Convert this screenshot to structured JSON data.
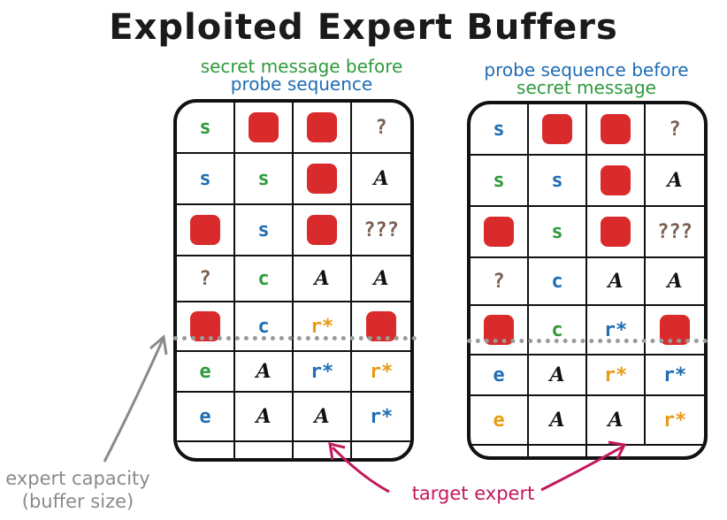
{
  "title": "Exploited Expert Buffers",
  "left_caption": {
    "line1": "secret message before",
    "line2": "probe sequence"
  },
  "right_caption": {
    "line1": "probe sequence before",
    "line2": "secret message"
  },
  "colors": {
    "green": "#2f9a3c",
    "blue": "#1f6db3",
    "orange": "#e89a12",
    "brown": "#7a6050",
    "black": "#111111",
    "block": "#d92b2b",
    "grey": "#8a8a8a",
    "pink": "#c2185b"
  },
  "left_grid": [
    [
      {
        "t": "s",
        "c": "green"
      },
      {
        "b": 1
      },
      {
        "b": 1
      },
      {
        "t": "?",
        "c": "brown"
      }
    ],
    [
      {
        "t": "s",
        "c": "blue"
      },
      {
        "t": "s",
        "c": "green"
      },
      {
        "b": 1
      },
      {
        "t": "A",
        "c": "black"
      }
    ],
    [
      {
        "b": 1
      },
      {
        "t": "s",
        "c": "blue"
      },
      {
        "b": 1
      },
      {
        "t": "???",
        "c": "brown"
      }
    ],
    [
      {
        "t": "?",
        "c": "brown"
      },
      {
        "t": "c",
        "c": "green"
      },
      {
        "t": "A",
        "c": "black"
      },
      {
        "t": "A",
        "c": "black"
      }
    ],
    [
      {
        "b": 1
      },
      {
        "t": "c",
        "c": "blue"
      },
      {
        "t": "r*",
        "c": "orange"
      },
      {
        "b": 1
      }
    ],
    [
      {
        "t": "e",
        "c": "green"
      },
      {
        "t": "A",
        "c": "black"
      },
      {
        "t": "r*",
        "c": "blue"
      },
      {
        "t": "r*",
        "c": "orange"
      }
    ],
    [
      {
        "t": "e",
        "c": "blue"
      },
      {
        "t": "A",
        "c": "black"
      },
      {
        "t": "A",
        "c": "black"
      },
      {
        "t": "r*",
        "c": "blue"
      }
    ],
    [
      {},
      {},
      {},
      {}
    ]
  ],
  "right_grid": [
    [
      {
        "t": "s",
        "c": "blue"
      },
      {
        "b": 1
      },
      {
        "b": 1
      },
      {
        "t": "?",
        "c": "brown"
      }
    ],
    [
      {
        "t": "s",
        "c": "green"
      },
      {
        "t": "s",
        "c": "blue"
      },
      {
        "b": 1
      },
      {
        "t": "A",
        "c": "black"
      }
    ],
    [
      {
        "b": 1
      },
      {
        "t": "s",
        "c": "green"
      },
      {
        "b": 1
      },
      {
        "t": "???",
        "c": "brown"
      }
    ],
    [
      {
        "t": "?",
        "c": "brown"
      },
      {
        "t": "c",
        "c": "blue"
      },
      {
        "t": "A",
        "c": "black"
      },
      {
        "t": "A",
        "c": "black"
      }
    ],
    [
      {
        "b": 1
      },
      {
        "t": "c",
        "c": "green"
      },
      {
        "t": "r*",
        "c": "blue"
      },
      {
        "b": 1
      }
    ],
    [
      {
        "t": "e",
        "c": "blue"
      },
      {
        "t": "A",
        "c": "black"
      },
      {
        "t": "r*",
        "c": "orange"
      },
      {
        "t": "r*",
        "c": "blue"
      }
    ],
    [
      {
        "t": "e",
        "c": "orange"
      },
      {
        "t": "A",
        "c": "black"
      },
      {
        "t": "A",
        "c": "black"
      },
      {
        "t": "r*",
        "c": "orange"
      }
    ],
    [
      {},
      {}
    ]
  ],
  "capacity_label": {
    "line1": "expert capacity",
    "line2": "(buffer size)"
  },
  "target_label": "target expert"
}
